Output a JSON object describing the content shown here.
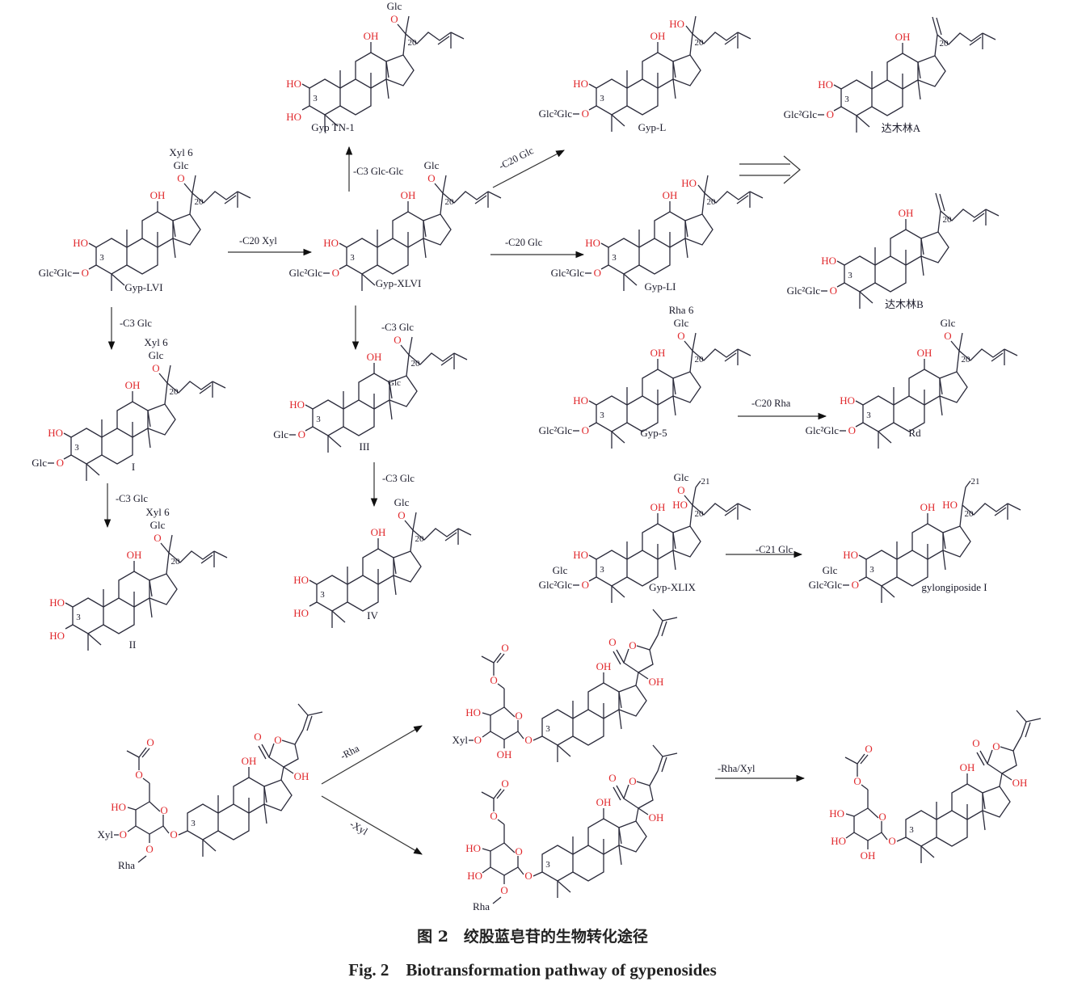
{
  "atoms": {
    "ho": "HO",
    "oh": "OH",
    "o": "O",
    "c3_num": "3",
    "c20_num": "20",
    "c21_num": "21",
    "xyl": "Xyl",
    "rha": "Rha"
  },
  "compounds": [
    {
      "id": "tn1",
      "name": "Gyp TN-1",
      "c3_sugar": "",
      "c3_o": "HO",
      "c20": [
        "Glc",
        "O"
      ]
    },
    {
      "id": "gypL",
      "name": "Gyp-L",
      "c3_sugar": "Glc²Glc",
      "c3_o": "O",
      "c20": [
        "HO"
      ]
    },
    {
      "id": "damA",
      "name": "达木林A",
      "c3_sugar": "Glc²Glc",
      "c3_o": "O",
      "c20": [],
      "c20_double": true
    },
    {
      "id": "lvi",
      "name": "Gyp-LVI",
      "c3_sugar": "Glc²Glc",
      "c3_o": "O",
      "c20": [
        "Xyl 6",
        "Glc",
        "O"
      ]
    },
    {
      "id": "xlvi",
      "name": "Gyp-XLVI",
      "c3_sugar": "Glc²Glc",
      "c3_o": "O",
      "c20": [
        "Glc",
        "O"
      ]
    },
    {
      "id": "li",
      "name": "Gyp-LI",
      "c3_sugar": "Glc²Glc",
      "c3_o": "O",
      "c20": [
        "HO"
      ]
    },
    {
      "id": "damB",
      "name": "达木林B",
      "c3_sugar": "Glc²Glc",
      "c3_o": "O",
      "c20": [],
      "c20_double": true
    },
    {
      "id": "i",
      "name": "I",
      "c3_sugar": "Glc",
      "c3_o": "O",
      "c20": [
        "Xyl 6",
        "Glc",
        "O"
      ]
    },
    {
      "id": "iii",
      "name": "III",
      "c3_sugar": "Glc",
      "c3_o": "O",
      "c20": [
        "O"
      ],
      "extra": "Glc"
    },
    {
      "id": "gyp5",
      "name": "Gyp-5",
      "c3_sugar": "Glc²Glc",
      "c3_o": "O",
      "c20": [
        "Rha 6",
        "Glc",
        "O"
      ]
    },
    {
      "id": "rd",
      "name": "Rd",
      "c3_sugar": "Glc²Glc",
      "c3_o": "O",
      "c20": [
        "Glc",
        "O"
      ]
    },
    {
      "id": "ii",
      "name": "II",
      "c3_sugar": "",
      "c3_o": "HO",
      "c20": [
        "Xyl 6",
        "Glc",
        "O"
      ]
    },
    {
      "id": "iv",
      "name": "IV",
      "c3_sugar": "",
      "c3_o": "HO",
      "c20": [
        "Glc",
        "O"
      ]
    },
    {
      "id": "xlix",
      "name": "Gyp-XLIX",
      "c3_sugar": "Glc²Glc",
      "c3_o": "O",
      "c3_branch": "Glc",
      "c20": [
        "Glc",
        "O"
      ],
      "c20_oh": "HO",
      "c21": true
    },
    {
      "id": "gylong",
      "name": "gylongiposide I",
      "c3_sugar": "Glc²Glc",
      "c3_o": "O",
      "c3_branch": "Glc",
      "c20": [],
      "c20_oh": "HO",
      "c21": true
    }
  ],
  "reactions": {
    "tn1": "-C3 Glc-Glc",
    "gypL": "-C20 Glc",
    "xlvi": "-C20 Xyl",
    "li": "-C20 Glc",
    "i": "-C3 Glc",
    "iii": "-C3 Glc",
    "ii": "-C3 Glc",
    "iv": "-C3 Glc",
    "rd": "-C20 Rha",
    "gylong": "-C21 Glc",
    "rha": "-Rha",
    "xyl": "-Xyl",
    "rhaxyl": "-Rha/Xyl"
  },
  "caption": {
    "cn": "图 2　绞股蓝皂苷的生物转化途径",
    "en": "Fig. 2　Biotransformation pathway of gypenosides"
  },
  "colors": {
    "heteroatom": "#e0282c",
    "bond": "#2a2a3a"
  }
}
